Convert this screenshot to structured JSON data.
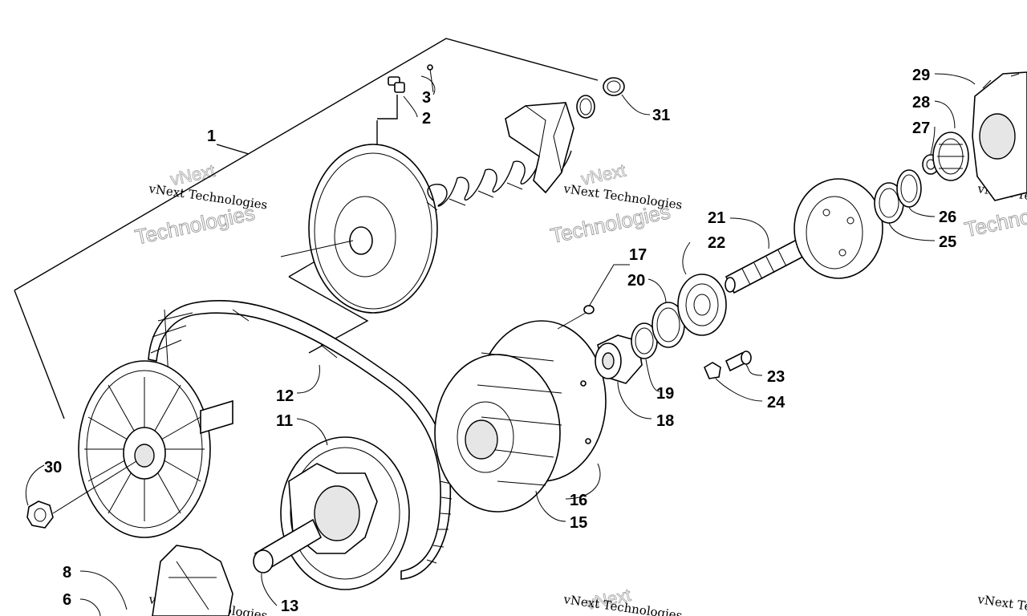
{
  "callouts": [
    {
      "id": "c1",
      "text": "1"
    },
    {
      "id": "c2",
      "text": "2"
    },
    {
      "id": "c3",
      "text": "3"
    },
    {
      "id": "c31",
      "text": "31"
    },
    {
      "id": "c29",
      "text": "29"
    },
    {
      "id": "c28",
      "text": "28"
    },
    {
      "id": "c27",
      "text": "27"
    },
    {
      "id": "c26",
      "text": "26"
    },
    {
      "id": "c25",
      "text": "25"
    },
    {
      "id": "c21",
      "text": "21"
    },
    {
      "id": "c22",
      "text": "22"
    },
    {
      "id": "c17",
      "text": "17"
    },
    {
      "id": "c20",
      "text": "20"
    },
    {
      "id": "c19",
      "text": "19"
    },
    {
      "id": "c18",
      "text": "18"
    },
    {
      "id": "c23",
      "text": "23"
    },
    {
      "id": "c24",
      "text": "24"
    },
    {
      "id": "c12",
      "text": "12"
    },
    {
      "id": "c11",
      "text": "11"
    },
    {
      "id": "c16",
      "text": "16"
    },
    {
      "id": "c15",
      "text": "15"
    },
    {
      "id": "c30",
      "text": "30"
    },
    {
      "id": "c8",
      "text": "8"
    },
    {
      "id": "c6",
      "text": "6"
    },
    {
      "id": "c13",
      "text": "13"
    }
  ],
  "watermark": {
    "top": "vNext",
    "line": "vNext Technologies",
    "big": "Technologies"
  }
}
